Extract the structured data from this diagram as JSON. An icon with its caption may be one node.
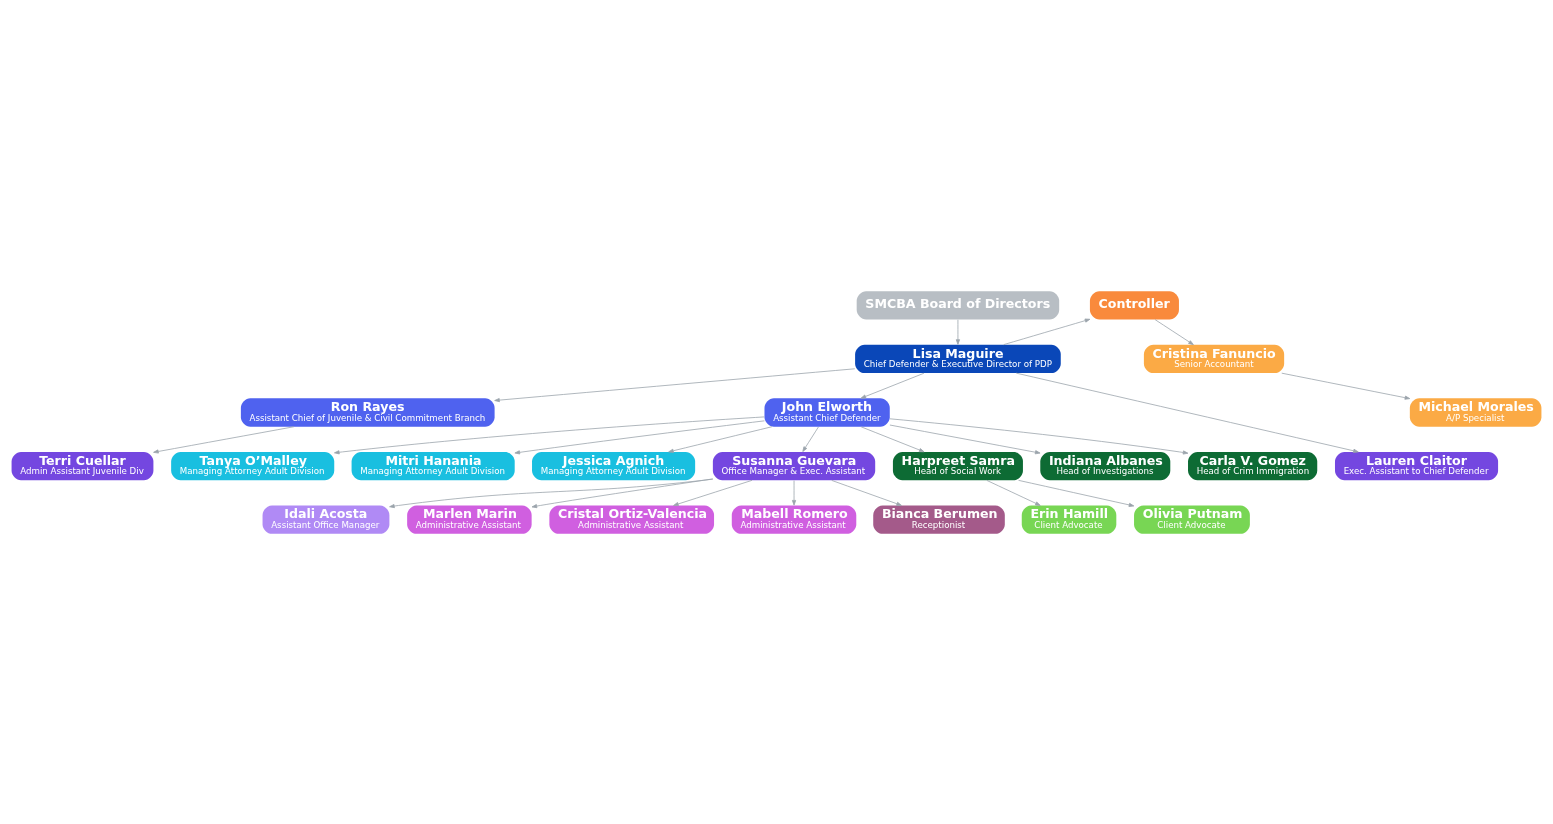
{
  "diagram": {
    "nodes": [
      {
        "text": [
          "SMCBA Board of Directors"
        ]
      },
      {
        "text": [
          "Controller"
        ]
      },
      {
        "text": [
          "Lisa Maguire",
          "Chief Defender & Executive Director of PDP"
        ]
      },
      {
        "text": [
          "Cristina Fanuncio",
          "Senior Accountant"
        ]
      },
      {
        "text": [
          "Michael Morales",
          "A/P Specialist"
        ]
      },
      {
        "text": [
          "Ron Rayes",
          "Assistant Chief of Juvenile & Civil Commitment Branch"
        ]
      },
      {
        "text": [
          "John Elworth",
          "Assistant Chief Defender"
        ]
      },
      {
        "text": [
          "Tanya O’Malley",
          "Managing Attorney Adult Division"
        ]
      },
      {
        "text": [
          "Mitri Hanania",
          "Managing Attorney Adult Division"
        ]
      },
      {
        "text": [
          "Jessica Agnich",
          "Managing Attorney Adult Division"
        ]
      },
      {
        "text": [
          "Lauren Claitor",
          "Exec. Assistant to Chief Defender"
        ]
      },
      {
        "text": [
          "Terri Cuellar",
          "Admin Assistant Juvenile Div"
        ]
      },
      {
        "text": [
          "Susanna Guevara",
          "Office Manager & Exec. Assistant"
        ]
      },
      {
        "text": [
          "Harpreet Samra",
          "Head of Social Work"
        ]
      },
      {
        "text": [
          "Indiana Albanes",
          "Head of Investigations"
        ]
      },
      {
        "text": [
          "Carla V. Gomez",
          "Head of Crim Immigration"
        ]
      },
      {
        "text": [
          "Idali Acosta",
          "Assistant Office Manager"
        ]
      },
      {
        "text": [
          "Erin Hamill",
          "Client Advocate"
        ]
      },
      {
        "text": [
          "Olivia Putnam",
          "Client Advocate"
        ]
      },
      {
        "text": [
          "Marlen Marin",
          "Administrative Assistant"
        ]
      },
      {
        "text": [
          "Cristal Ortiz-Valencia",
          "Administrative Assistant"
        ]
      },
      {
        "text": [
          "Mabell Romero",
          "Administrative Assistant"
        ]
      },
      {
        "text": [
          "Bianca Berumen",
          "Receptionist"
        ]
      }
    ],
    "edges": [
      {
        "from": 0,
        "to": 2,
        "arrow": "to"
      },
      {
        "from": 2,
        "to": 1,
        "arrow": "to"
      },
      {
        "from": 1,
        "to": 3,
        "arrow": "to"
      },
      {
        "from": 3,
        "to": 4,
        "arrow": "to"
      },
      {
        "from": 2,
        "to": 5,
        "arrow": "to"
      },
      {
        "from": 2,
        "to": 6,
        "arrow": "to"
      },
      {
        "from": 2,
        "to": 10,
        "arrow": "to"
      },
      {
        "from": 5,
        "to": 11,
        "arrow": "to"
      },
      {
        "from": 6,
        "to": 7,
        "arrow": "to"
      },
      {
        "from": 6,
        "to": 8,
        "arrow": "to"
      },
      {
        "from": 6,
        "to": 9,
        "arrow": "to"
      },
      {
        "from": 6,
        "to": 12,
        "arrow": "to"
      },
      {
        "from": 6,
        "to": 13,
        "arrow": "to"
      },
      {
        "from": 6,
        "to": 14,
        "arrow": "to"
      },
      {
        "from": 6,
        "to": 15,
        "arrow": "to"
      },
      {
        "from": 12,
        "to": 16,
        "arrow": "to"
      },
      {
        "from": 12,
        "to": 19,
        "arrow": "to"
      },
      {
        "from": 12,
        "to": 20,
        "arrow": "to"
      },
      {
        "from": 12,
        "to": 21,
        "arrow": "to"
      },
      {
        "from": 12,
        "to": 22,
        "arrow": "to"
      },
      {
        "from": 13,
        "to": 17,
        "arrow": "to"
      },
      {
        "from": 13,
        "to": 18,
        "arrow": "to"
      }
    ]
  }
}
